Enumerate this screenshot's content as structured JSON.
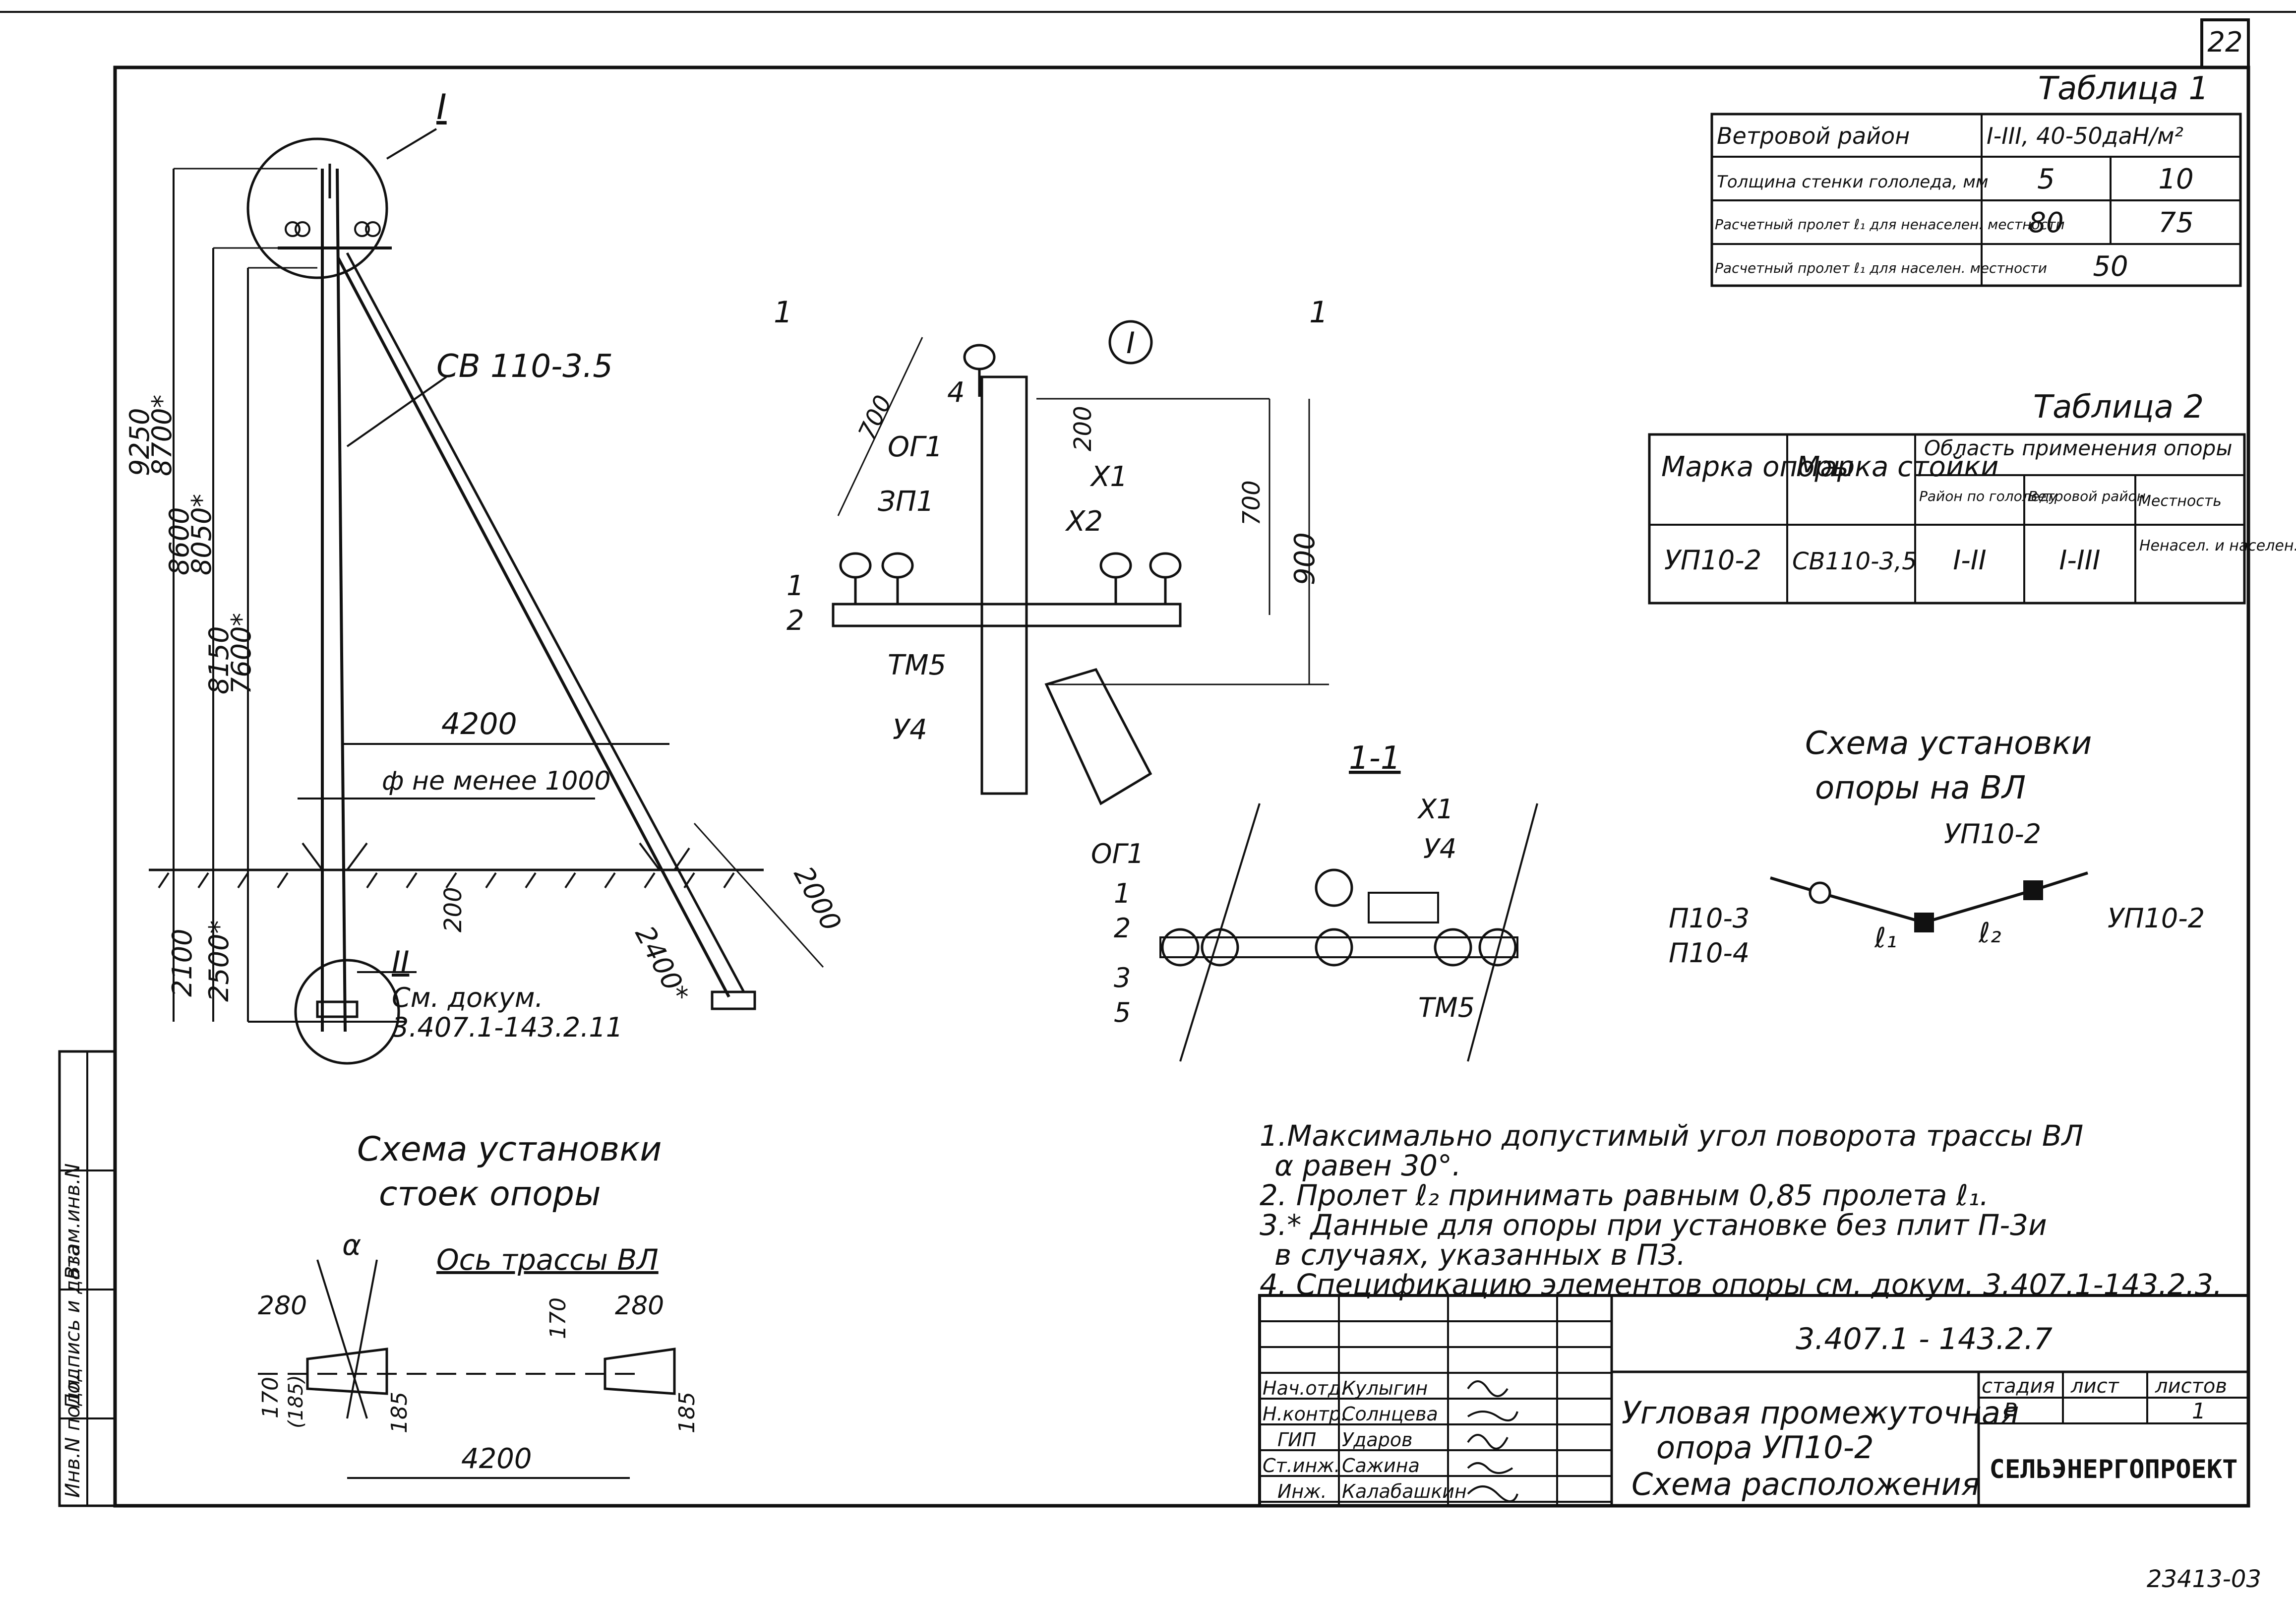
{
  "sheet": {
    "page_number": "22",
    "archive_number": "23413-03"
  },
  "margin_stamps": [
    "Инв.N подл.",
    "Подпись и дата",
    "Взам.инв.N"
  ],
  "table1": {
    "title": "Таблица 1",
    "rows": [
      [
        "Ветровой район",
        "I-III, 40-50даН/м²",
        ""
      ],
      [
        "Толщина стенки гололеда, мм",
        "5",
        "10"
      ],
      [
        "Расчетный пролет ℓ₁ для ненаселен. местности",
        "80",
        "75"
      ],
      [
        "Расчетный пролет ℓ₁ для населен. местности",
        "50",
        ""
      ]
    ]
  },
  "table2": {
    "title": "Таблица 2",
    "headers": [
      "Марка опоры",
      "Марка стойки",
      "Область применения опоры",
      "Район по гололеду",
      "Ветровой район",
      "Местность"
    ],
    "row": [
      "УП10-2",
      "СВ110-3,5",
      "I-II",
      "I-III",
      "Ненасел. и населен."
    ]
  },
  "main_view": {
    "callout_I": "I",
    "callout_II": "II",
    "stand_label": "СВ 110-3.5",
    "dims": [
      "9250",
      "8700*",
      "8600",
      "8050*",
      "8150",
      "7600*",
      "4200",
      "ф не менее 1000",
      "200",
      "2100",
      "2500*",
      "2000",
      "2400*"
    ],
    "ref_doc": "См. докум.",
    "ref_doc_num": "3.407.1-143.2.11"
  },
  "detail_I": {
    "callout": "I",
    "section_mark": "1",
    "labels": [
      "4",
      "ОГ1",
      "ЗП1",
      "Х1",
      "Х2",
      "1",
      "2",
      "ТМ5",
      "У4"
    ],
    "dims": [
      "700",
      "200",
      "700",
      "900"
    ]
  },
  "section_1_1": {
    "title": "1-1",
    "labels": [
      "ОГ1",
      "1",
      "2",
      "3",
      "5",
      "Х1",
      "У4",
      "ТМ5"
    ]
  },
  "install_scheme_vl": {
    "title_line1": "Схема установки",
    "title_line2": "опоры на ВЛ",
    "labels": [
      "П10-3",
      "П10-4",
      "УП10-2",
      "УП10-2",
      "ℓ₁",
      "ℓ₂"
    ]
  },
  "install_scheme_stands": {
    "title_line1": "Схема установки",
    "title_line2": "стоек опоры",
    "axis_label": "Ось трассы ВЛ",
    "angle": "α",
    "dims": [
      "280",
      "280",
      "170",
      "(185)",
      "185",
      "170",
      "185",
      "4200"
    ]
  },
  "notes": [
    "1.Максимально допустимый угол поворота трассы ВЛ",
    "α равен 30°.",
    "2. Пролет ℓ₂ принимать равным 0,85 пролета ℓ₁.",
    "3.* Данные для опоры при установке без плит П-3и",
    "в случаях, указанных в ПЗ.",
    "4. Спецификацию элементов опоры см. докум. 3.407.1-143.2.3."
  ],
  "title_block": {
    "doc_number": "3.407.1 - 143.2.7",
    "title_lines": [
      "Угловая промежуточная",
      "опора УП10-2",
      "Схема расположения"
    ],
    "stage_header": "стадия",
    "sheet_header": "лист",
    "sheets_header": "листов",
    "stage": "Р",
    "sheet": "",
    "sheets": "1",
    "org": "СЕЛЬЭНЕРГОПРОЕКТ",
    "signers": [
      [
        "Нач.отд.",
        "Кулыгин"
      ],
      [
        "Н.контр.",
        "Солнцева"
      ],
      [
        "ГИП",
        "Ударов"
      ],
      [
        "Ст.инж.",
        "Сажина"
      ],
      [
        "Инж.",
        "Калабашкин"
      ]
    ]
  }
}
